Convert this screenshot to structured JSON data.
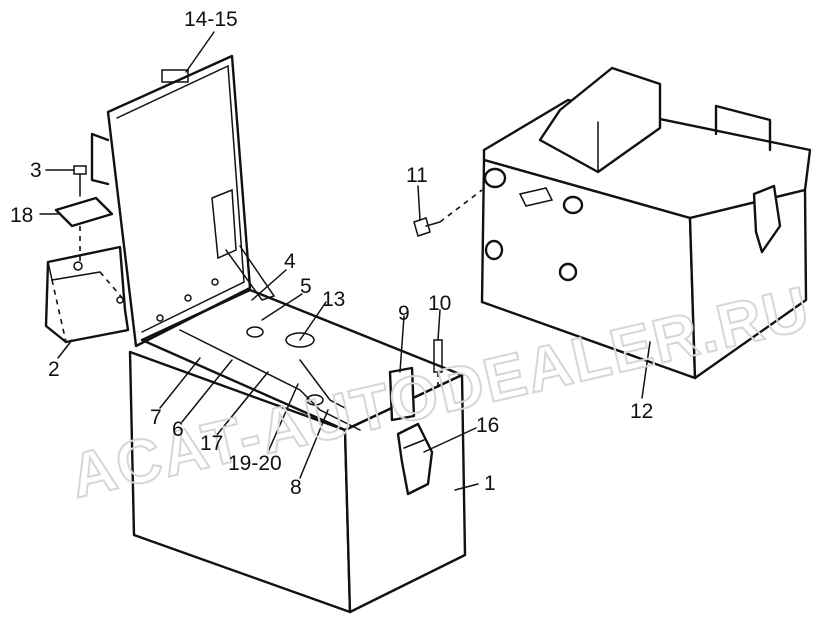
{
  "diagram": {
    "labels": {
      "lbl_14_15": "14-15",
      "lbl_3": "3",
      "lbl_18": "18",
      "lbl_2": "2",
      "lbl_11": "11",
      "lbl_4": "4",
      "lbl_5": "5",
      "lbl_13": "13",
      "lbl_9": "9",
      "lbl_10": "10",
      "lbl_7": "7",
      "lbl_6": "6",
      "lbl_17": "17",
      "lbl_19_20": "19-20",
      "lbl_8": "8",
      "lbl_16": "16",
      "lbl_1": "1",
      "lbl_12": "12"
    },
    "watermark": "ACAT-AUTODEALER.RU"
  }
}
